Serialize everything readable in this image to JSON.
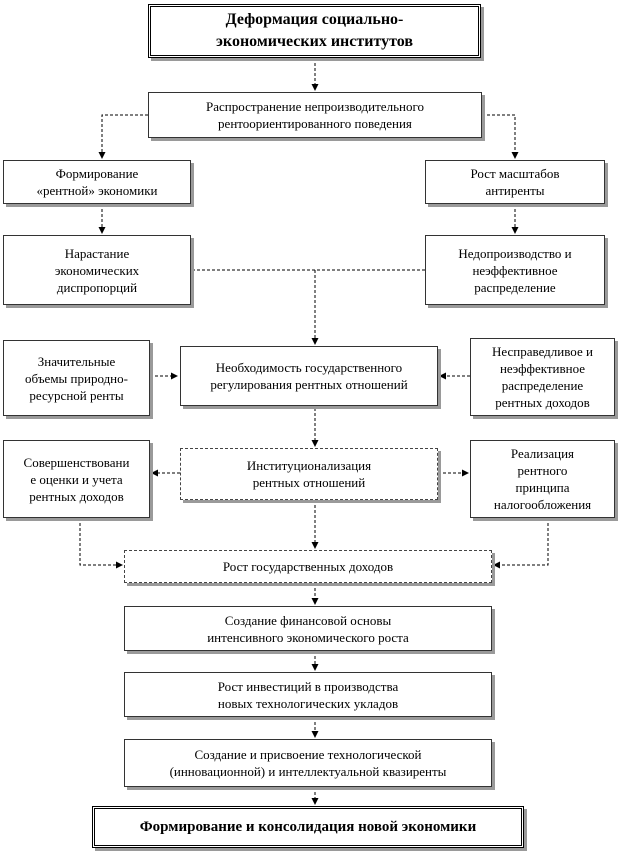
{
  "diagram": {
    "top_title": "Деформация социально-\nэкономических институтов",
    "spread_behavior": "Распространение непроизводительного\nрентоориентированного поведения",
    "rent_economy": "Формирование\n«рентной» экономики",
    "anti_rent_growth": "Рост масштабов\nантиренты",
    "disproportions": "Нарастание\nэкономических\nдиспропорций",
    "underproduction": "Недопроизводство и\nнеэффективное\nраспределение",
    "natural_rent": "Значительные\nобъемы природно-\nресурсной ренты",
    "state_regulation": "Необходимость государственного\nрегулирования рентных отношений",
    "unfair_distribution": "Несправедливое и\nнеэффективное\nраспределение\nрентных доходов",
    "assessment_improvement": "Совершенствовани\nе оценки и учета\nрентных доходов",
    "institutionalization": "Институционализация\nрентных отношений",
    "taxation_principle": "Реализация\nрентного\nпринципа\nналогообложения",
    "state_revenue": "Рост государственных доходов",
    "financial_basis": "Создание финансовой основы\nинтенсивного экономического роста",
    "investment_growth": "Рост инвестиций в производства\nновых технологических укладов",
    "quasi_rent": "Создание и присвоение технологической\n(инновационной) и интеллектуальной квазиренты",
    "bottom_title": "Формирование и консолидация новой экономики"
  }
}
